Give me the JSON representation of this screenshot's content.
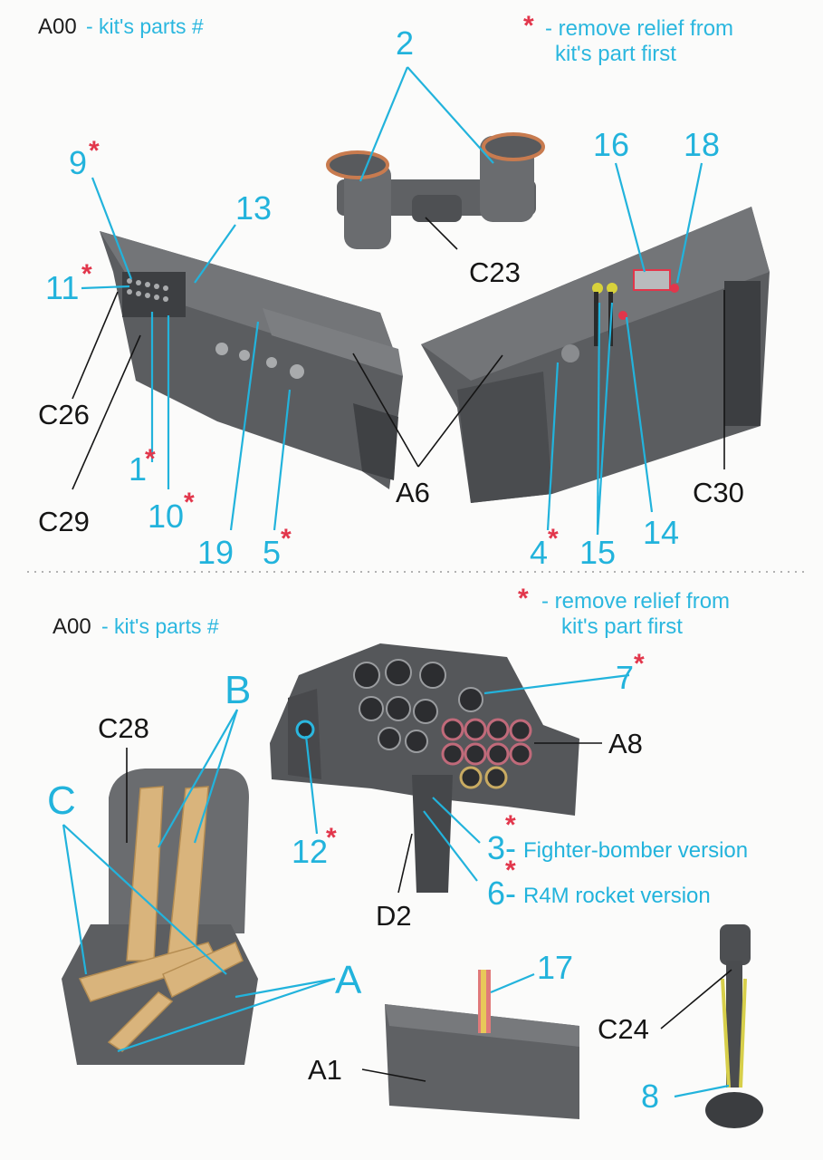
{
  "top": {
    "legend_code": "A00",
    "legend_text": "- kit's parts #",
    "note_star": "*",
    "note_line1": "- remove relief from",
    "note_line2": "kit's part first",
    "labels": {
      "p2": "2",
      "p9": "9",
      "p11": "11",
      "p13": "13",
      "p16": "16",
      "p18": "18",
      "c23": "C23",
      "c26": "C26",
      "c29": "C29",
      "p1": "1",
      "p10": "10",
      "p19": "19",
      "p5": "5",
      "a6": "A6",
      "p4": "4",
      "p15": "15",
      "p14": "14",
      "c30": "C30"
    }
  },
  "bottom": {
    "legend_code": "A00",
    "legend_text": "- kit's parts #",
    "note_star": "*",
    "note_line1": "- remove relief from",
    "note_line2": "kit's part first",
    "labels": {
      "p7": "7",
      "a8": "A8",
      "c28": "C28",
      "b": "B",
      "c": "C",
      "p12": "12",
      "p3": "3-",
      "fighter": "Fighter-bomber version",
      "p6": "6-",
      "r4m": "R4M rocket version",
      "d2": "D2",
      "a": "A",
      "p17": "17",
      "c24": "C24",
      "a1": "A1",
      "p8": "8"
    }
  },
  "asterisk": "*",
  "colors": {
    "label_blue": "#22b3dc",
    "label_black": "#151515",
    "asterisk_red": "#e2364b",
    "part_gray": "#6d6f72"
  }
}
